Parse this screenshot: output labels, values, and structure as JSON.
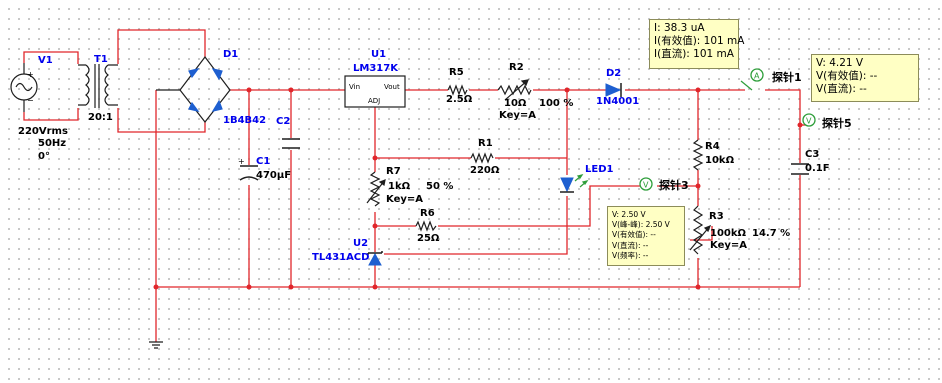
{
  "components": {
    "v1": {
      "ref": "V1",
      "voltage": "220Vrms",
      "freq": "50Hz",
      "phase": "0°"
    },
    "t1": {
      "ref": "T1",
      "ratio": "20:1"
    },
    "d1": {
      "ref": "D1",
      "part": "1B4B42"
    },
    "c1": {
      "ref": "C1",
      "value": "470µF"
    },
    "c2": {
      "ref": "C2"
    },
    "u1": {
      "ref": "U1",
      "part": "LM317K",
      "pin_vin": "Vin",
      "pin_vout": "Vout",
      "pin_adj": "ADJ"
    },
    "r5": {
      "ref": "R5",
      "value": "2.5Ω"
    },
    "r2": {
      "ref": "R2",
      "value": "10Ω",
      "key": "Key=A",
      "pct": "100 %"
    },
    "d2": {
      "ref": "D2",
      "part": "1N4001"
    },
    "r1": {
      "ref": "R1",
      "value": "220Ω"
    },
    "r7": {
      "ref": "R7",
      "value": "1kΩ",
      "key": "Key=A",
      "pct": "50 %"
    },
    "r6": {
      "ref": "R6",
      "value": "25Ω"
    },
    "led1": {
      "ref": "LED1"
    },
    "u2": {
      "ref": "U2",
      "part": "TL431ACD"
    },
    "r4": {
      "ref": "R4",
      "value": "10kΩ"
    },
    "r3": {
      "ref": "R3",
      "value": "100kΩ",
      "key": "Key=A",
      "pct": "14.7 %"
    },
    "c3": {
      "ref": "C3",
      "value": "0.1F"
    }
  },
  "probes": {
    "p1": {
      "name": "探针1",
      "symbol": "A",
      "lines": [
        "I: 38.3 uA",
        "I(有效值): 101 mA",
        "I(直流): 101 mA"
      ]
    },
    "p5": {
      "name": "探针5",
      "symbol": "V",
      "lines": [
        "V: 4.21 V",
        "V(有效值): --",
        "V(直流): --"
      ]
    },
    "p3": {
      "name": "探针3",
      "symbol": "V",
      "lines": [
        "V: 2.50 V",
        "V(峰-峰): 2.50 V",
        "V(有效值): --",
        "V(直流): --",
        "V(频率): --"
      ]
    }
  },
  "colors": {
    "wire": "#e0262b",
    "component": "#1e1e1e",
    "reference": "#0000ee",
    "probe_box": "#ffffc4",
    "probe_icon": "#2e9e3a"
  }
}
